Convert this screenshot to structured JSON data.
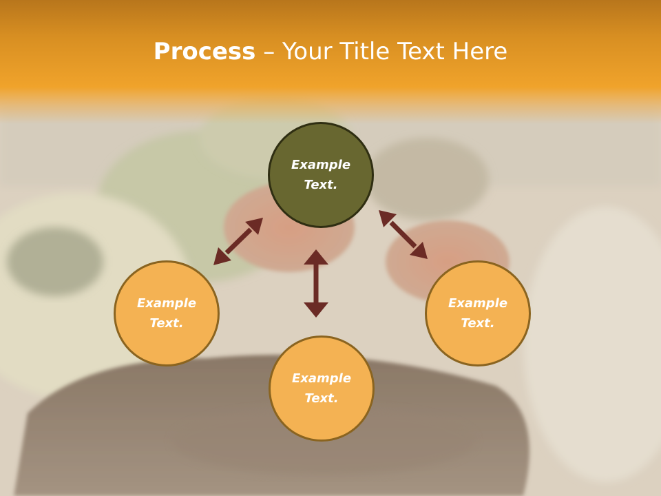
{
  "slide": {
    "title_bold": "Process",
    "title_separator": " – ",
    "title_rest": "Your Title Text Here"
  },
  "nodes": {
    "top": {
      "line1": "Example",
      "line2": "Text."
    },
    "left": {
      "line1": "Example",
      "line2": "Text."
    },
    "right": {
      "line1": "Example",
      "line2": "Text."
    },
    "bottom": {
      "line1": "Example",
      "line2": "Text."
    }
  },
  "colors": {
    "header": "#f0a32b",
    "center_node": "#686730",
    "outer_node": "#f4b253",
    "arrow": "#6b2b25"
  },
  "background_image": "steak-dinner-photo"
}
